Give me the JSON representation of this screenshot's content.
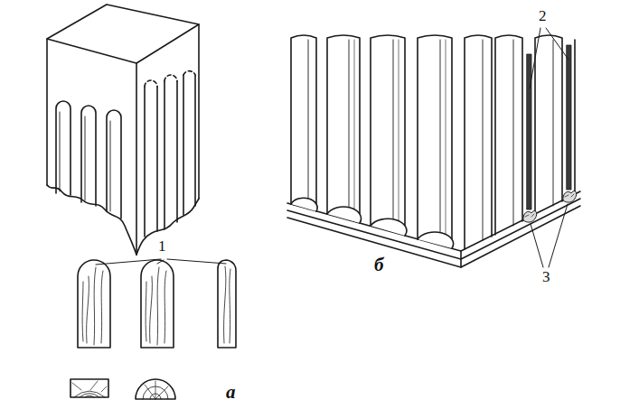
{
  "diagram": {
    "labels": [
      "2",
      "1",
      "б",
      "3",
      "а"
    ]
  }
}
